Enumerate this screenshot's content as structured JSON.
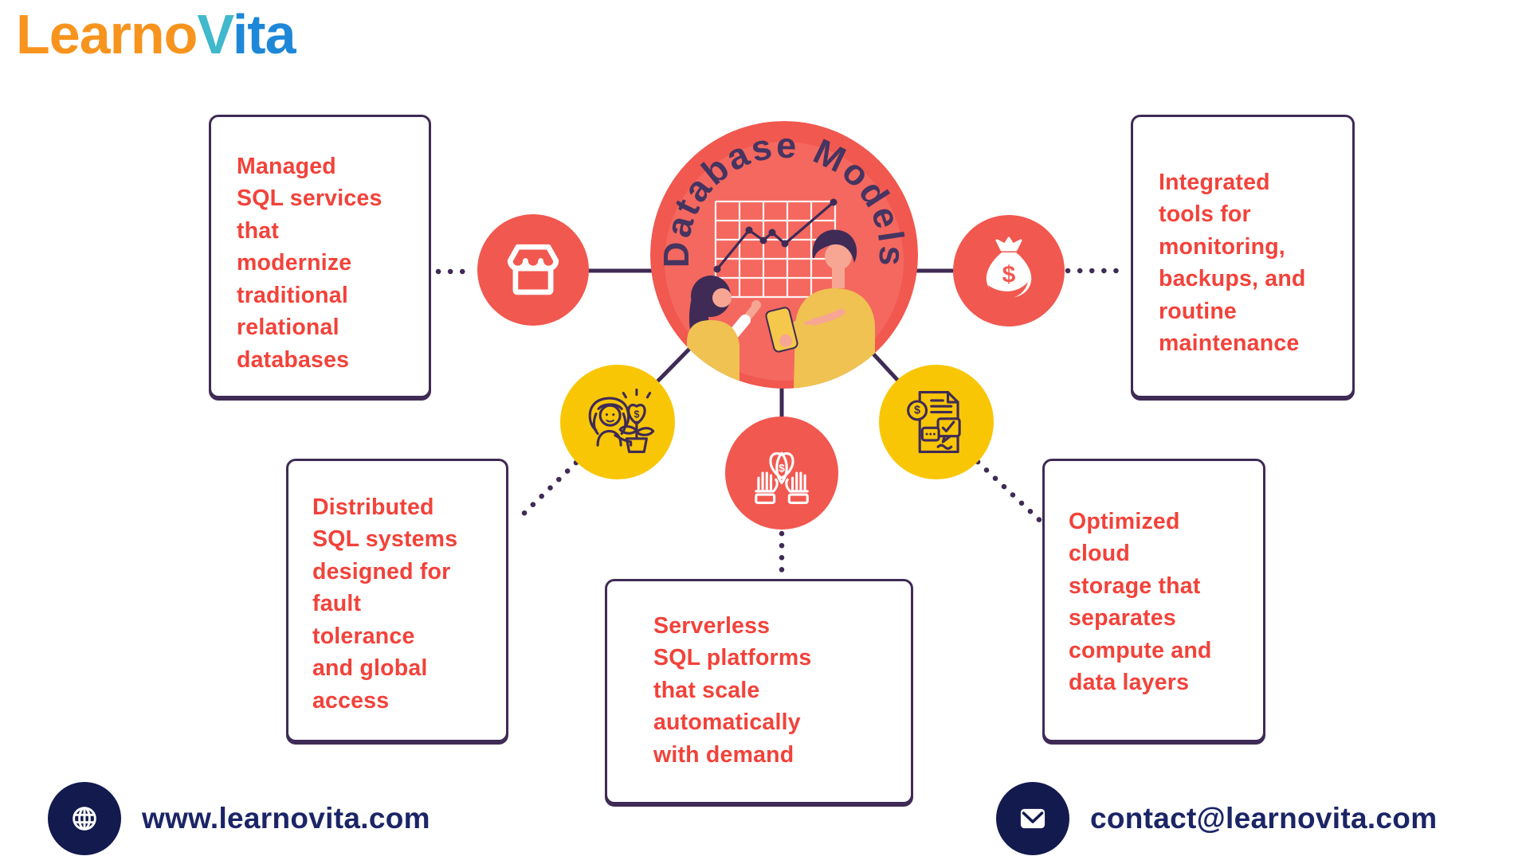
{
  "brand": {
    "learno": "Learno",
    "v": "V",
    "ita": "ita"
  },
  "center": {
    "title": "Database Models"
  },
  "nodes": [
    {
      "icon": "storefront-icon",
      "label": "Managed\nSQL services\nthat\nmodernize\ntraditional\nrelational\ndatabases"
    },
    {
      "icon": "money-bag-icon",
      "label": "Integrated\ntools for\nmonitoring,\nbackups, and\nroutine\nmaintenance"
    },
    {
      "icon": "investment-woman-icon",
      "label": "Distributed\nSQL systems\ndesigned for\nfault\ntolerance\nand global\naccess"
    },
    {
      "icon": "hands-money-icon",
      "label": "Serverless\nSQL platforms\nthat scale\nautomatically\nwith demand"
    },
    {
      "icon": "billing-invoice-icon",
      "label": "Optimized\ncloud\nstorage that\nseparates\ncompute and\ndata layers"
    }
  ],
  "glyphs": {
    "dollar": "$"
  },
  "footer": {
    "website": "www.learnovita.com",
    "email": "contact@learnovita.com"
  },
  "colors": {
    "coral": "#F1584F",
    "coral_light": "#F4685F",
    "yellow": "#F9C606",
    "purple": "#3F2B56",
    "red_text": "#F2423A",
    "navy_badge": "#121A4E",
    "navy_text": "#1B2566",
    "logo_orange": "#F7941E",
    "logo_teal": "#3FB9CB",
    "logo_blue": "#1E87D8"
  }
}
